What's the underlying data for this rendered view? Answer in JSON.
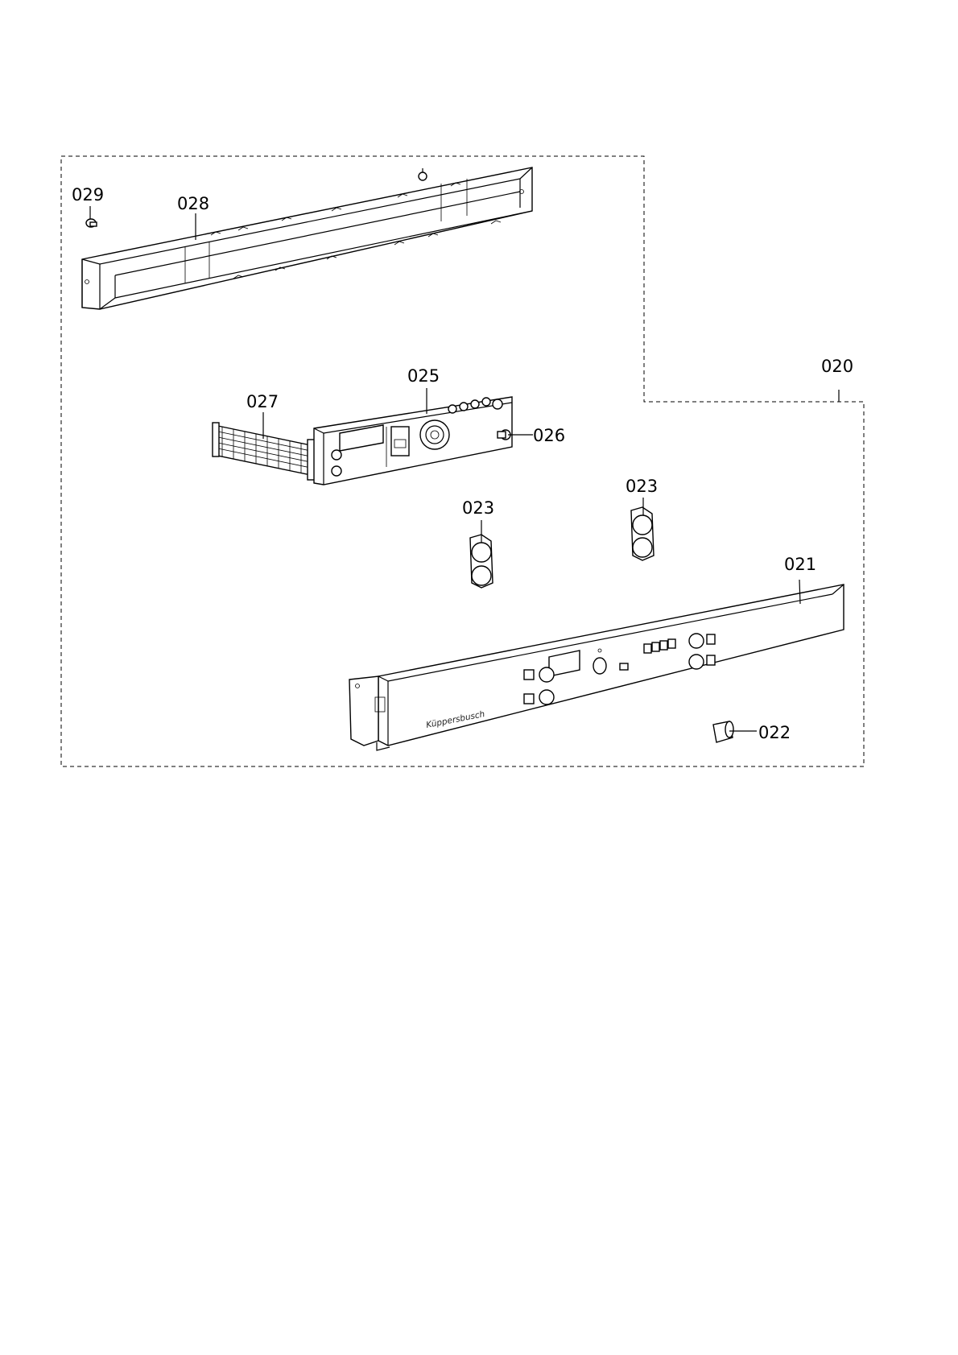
{
  "callouts": {
    "c020": "020",
    "c021": "021",
    "c022": "022",
    "c023a": "023",
    "c023b": "023",
    "c025": "025",
    "c026": "026",
    "c027": "027",
    "c028": "028",
    "c029": "029"
  },
  "brand_text": "Küppersbusch"
}
